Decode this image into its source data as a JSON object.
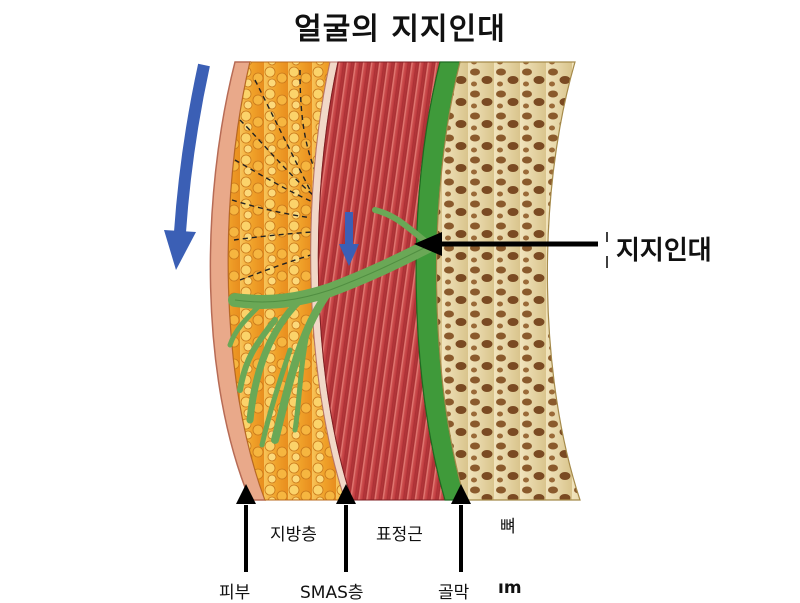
{
  "title": "얼굴의 지지인대",
  "callout": {
    "text": "지지인대"
  },
  "labels": {
    "skin": "피부",
    "fat": "지방층",
    "smas": "SMAS층",
    "muscle": "표정근",
    "periosteum": "골막",
    "bone": "뼈",
    "partial": "ım"
  },
  "colors": {
    "skin": "#e9a98a",
    "fat": "#f3a72a",
    "muscle": "#c8474b",
    "ligament": "#6aa856",
    "periosteum": "#3f9a3a",
    "bone": "#e8d6a4",
    "blue_arrow": "#3b5fb5"
  }
}
